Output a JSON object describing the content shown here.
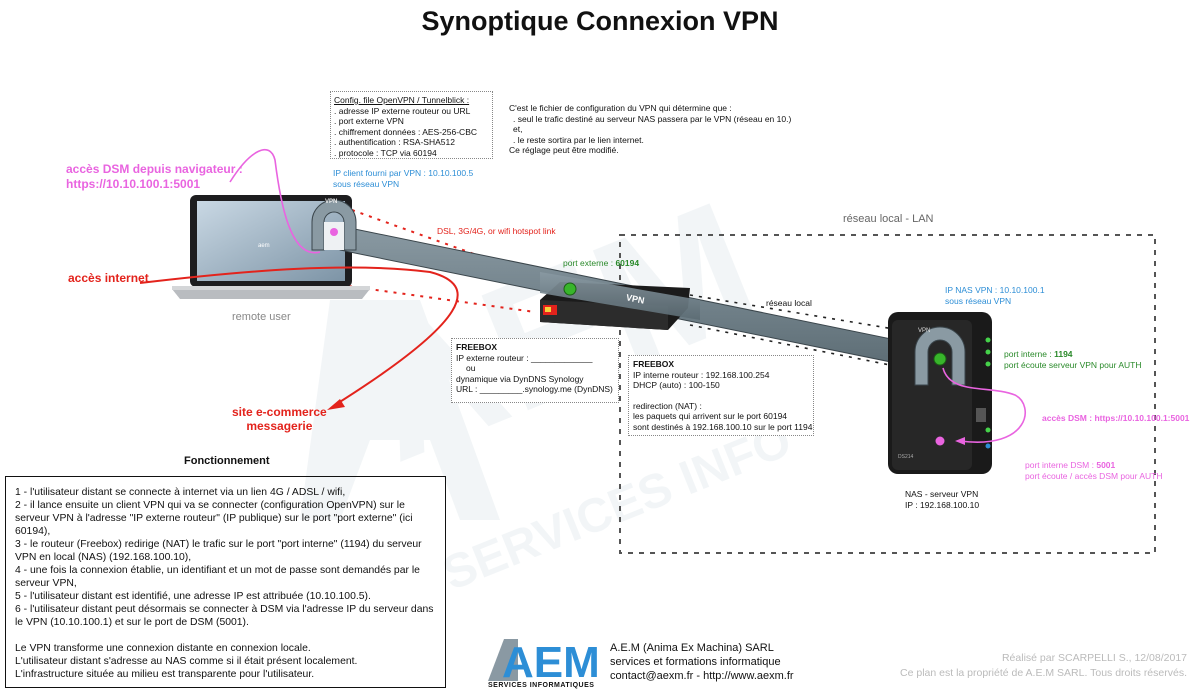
{
  "title": "Synoptique Connexion VPN",
  "lan_label": "réseau local - LAN",
  "config": {
    "heading": "Config. file OpenVPN / Tunnelblick :",
    "lines": [
      ". adresse IP externe routeur ou URL",
      ". port externe VPN",
      ". chiffrement données : AES-256-CBC",
      ". authentification : RSA-SHA512",
      ". protocole : TCP via 60194"
    ]
  },
  "vpn_note": {
    "lines": [
      "C'est le fichier de configuration du VPN qui détermine que :",
      ". seul le trafic destiné au serveur NAS passera par le VPN (réseau en 10.) et,",
      ". le reste sortira par le lien internet.",
      "Ce réglage peut être modifié."
    ]
  },
  "client_ip": [
    "IP client fourni par VPN : 10.10.100.5",
    "sous réseau VPN"
  ],
  "dsl_label": "DSL, 3G/4G, or wifi hotspot link",
  "dsm_browser": [
    "accès DSM depuis navigateur :",
    "https://10.10.100.1:5001"
  ],
  "internet_label": "accès internet",
  "remote_user": "remote user",
  "ecommerce": [
    "site e-commerce",
    "messagerie"
  ],
  "laptop_screen": "aem",
  "vpn_badge": "VPN",
  "tunnel_label": "VPN",
  "port_externe": {
    "label": "port externe : ",
    "value": "60194"
  },
  "reseau_local": "réseau local",
  "freebox_ext": {
    "title": "FREEBOX",
    "lines": [
      "IP externe routeur : _____________",
      "ou",
      "dynamique via DynDNS Synology",
      "URL : _________.synology.me (DynDNS)"
    ]
  },
  "freebox_int": {
    "title": "FREEBOX",
    "lines": [
      "IP interne routeur : 192.168.100.254",
      "DHCP (auto) : 100-150",
      "",
      "redirection (NAT) :",
      "les paquets qui arrivent sur le port 60194",
      "sont destinés à 192.168.100.10 sur le port 1194"
    ]
  },
  "nas_ip_vpn": [
    "IP NAS VPN : 10.10.100.1",
    "sous réseau VPN"
  ],
  "port_interne": {
    "label": "port interne : ",
    "value": "1194",
    "line2": "port écoute serveur VPN pour AUTH"
  },
  "dsm_nas": "accès DSM : https://10.10.100.1:5001",
  "port_dsm": {
    "label": "port interne DSM : ",
    "value": "5001",
    "line2": "port écoute / accès DSM pour AUTH"
  },
  "nas_label": [
    "NAS - serveur VPN",
    "IP : 192.168.100.10"
  ],
  "nas_model": "DS214",
  "fonctionnement": {
    "title": "Fonctionnement",
    "steps": [
      "1 - l'utilisateur distant se connecte à internet via un lien 4G / ADSL / wifi,",
      "2 - il lance ensuite un client VPN qui va se connecter (configuration OpenVPN) sur le serveur VPN à l'adresse \"IP externe routeur\" (IP publique) sur le port \"port externe\" (ici 60194),",
      "3 - le routeur (Freebox) redirige (NAT) le trafic sur le port \"port interne\" (1194) du serveur VPN en local (NAS) (192.168.100.10),",
      "4 - une fois la connexion établie, un identifiant et un mot de passe sont demandés par le serveur VPN,",
      "5 - l'utilisateur distant est identifié, une adresse IP est attribuée (10.10.100.5).",
      "6 - l'utilisateur distant peut désormais se connecter à DSM via l'adresse IP du serveur dans le VPN (10.10.100.1) et sur le port de DSM (5001)."
    ],
    "summary": [
      "Le VPN transforme une connexion distante en connexion locale.",
      "L'utilisateur distant s'adresse au NAS comme si il était présent localement.",
      "L'infrastructure située au milieu est transparente pour l'utilisateur."
    ]
  },
  "footer": {
    "logo": "AEM",
    "logo_sub": "SERVICES INFORMATIQUES",
    "lines": [
      "A.E.M (Anima Ex Machina) SARL",
      "services et formations informatique",
      "contact@aexm.fr - http://www.aexm.fr"
    ]
  },
  "credit": [
    "Réalisé par SCARPELLI S., 12/08/2017",
    "Ce plan est la propriété de A.E.M SARL. Tous droits réservés."
  ],
  "colors": {
    "blue": "#2d8ed6",
    "green": "#2a8a2a",
    "red": "#e3231c",
    "pink": "#e964e0",
    "tunnel": "#6f8088"
  }
}
